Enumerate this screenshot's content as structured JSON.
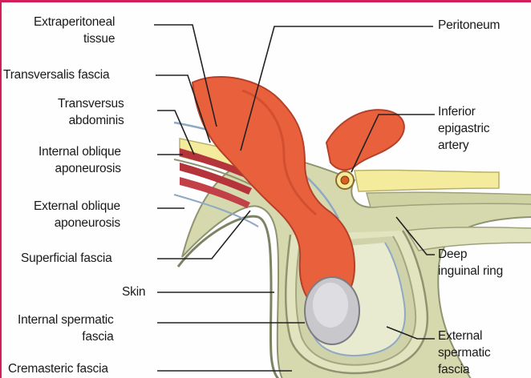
{
  "labels": {
    "extraperitoneal_tissue": {
      "line1": "Extraperitoneal",
      "line2": "tissue"
    },
    "transversalis_fascia": "Transversalis fascia",
    "transversus_abdominis": {
      "line1": "Transversus",
      "line2": "abdominis"
    },
    "internal_oblique_aponeurosis": {
      "line1": "Internal oblique",
      "line2": "aponeurosis"
    },
    "external_oblique_aponeurosis": {
      "line1": "External oblique",
      "line2": "aponeurosis"
    },
    "superficial_fascia": "Superficial fascia",
    "skin": "Skin",
    "internal_spermatic_fascia": {
      "line1": "Internal spermatic",
      "line2": "fascia"
    },
    "cremasteric_fascia": "Cremasteric fascia",
    "peritoneum": "Peritoneum",
    "inferior_epigastric_artery": {
      "line1": "Inferior",
      "line2": "epigastric",
      "line3": "artery"
    },
    "deep_inguinal_ring": {
      "line1": "Deep",
      "line2": "inguinal ring"
    },
    "external_spermatic_fascia": {
      "line1": "External",
      "line2": "spermatic",
      "line3": "fascia"
    }
  },
  "colors": {
    "frame": "#d21f5a",
    "muscle": "#e8613c",
    "muscle_shade": "#c9472b",
    "muscle_red": "#b5333b",
    "fat_yellow": "#f4ec9c",
    "fascia_green": "#cfd3a4",
    "fascia_green_dark": "#9da27a",
    "membrane_blue": "#8fa8c4",
    "testis": "#c8c8cc",
    "leader": "#222222"
  },
  "icons": {
    "artery": "artery-cross-section-icon"
  }
}
